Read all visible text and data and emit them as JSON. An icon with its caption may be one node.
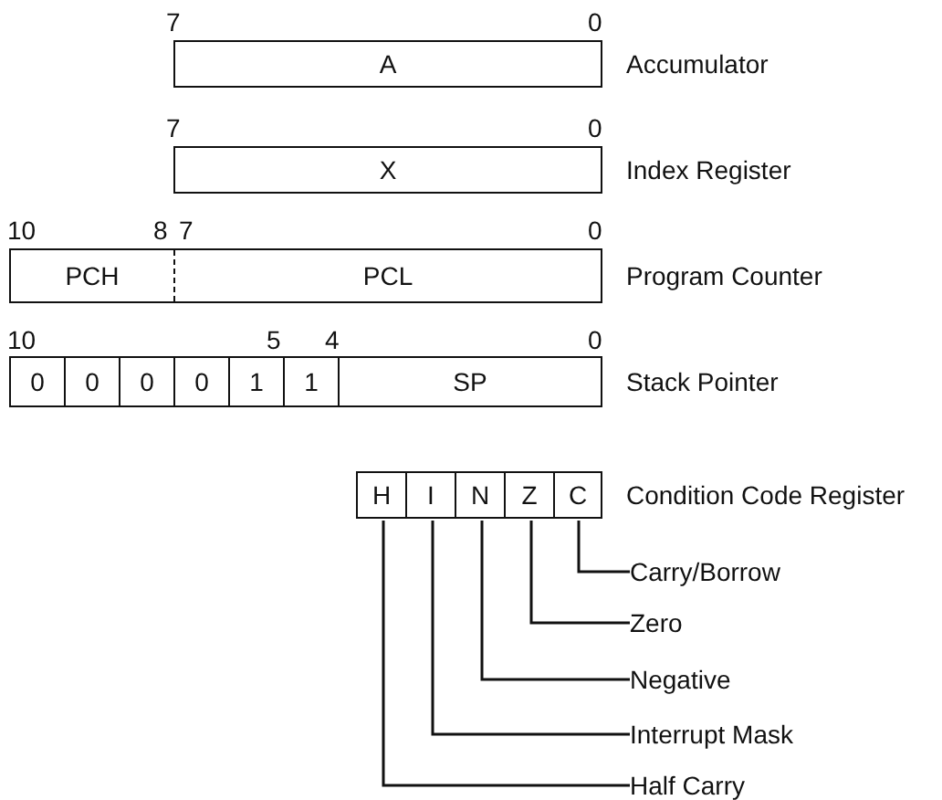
{
  "diagram": {
    "nodes": [
      {
        "text": [
          "A"
        ],
        "beside": [
          "Accumulator"
        ]
      },
      {
        "text": [
          "X"
        ],
        "beside": [
          "Index Register"
        ]
      },
      {
        "text": [],
        "shape": "box",
        "beside": [
          "Program Counter"
        ]
      },
      {
        "text": [
          "PCH"
        ],
        "in": 2
      },
      {
        "text": [
          "PCL"
        ],
        "in": 2
      },
      {
        "text": [],
        "shape": "box",
        "beside": [
          "Stack Pointer"
        ]
      },
      {
        "text": [
          "0"
        ],
        "in": 5
      },
      {
        "text": [
          "0"
        ],
        "in": 5
      },
      {
        "text": [
          "0"
        ],
        "in": 5
      },
      {
        "text": [
          "0"
        ],
        "in": 5
      },
      {
        "text": [
          "1"
        ],
        "in": 5
      },
      {
        "text": [
          "1"
        ],
        "in": 5
      },
      {
        "text": [
          "SP"
        ],
        "in": 5
      },
      {
        "text": [],
        "shape": "box",
        "beside": [
          "Condition Code Register"
        ]
      },
      {
        "text": [
          "H"
        ],
        "in": 13
      },
      {
        "text": [
          "I"
        ],
        "in": 13
      },
      {
        "text": [
          "N"
        ],
        "in": 13
      },
      {
        "text": [
          "Z"
        ],
        "in": 13
      },
      {
        "text": [
          "C"
        ],
        "in": 13
      },
      {
        "text": [
          "Carry/Borrow"
        ]
      },
      {
        "text": [
          "Zero"
        ]
      },
      {
        "text": [
          "Negative"
        ]
      },
      {
        "text": [
          "Interrupt Mask"
        ]
      },
      {
        "text": [
          "Half Carry"
        ]
      }
    ],
    "edges": [
      {
        "from": 19,
        "to": 18,
        "arrow": "none"
      },
      {
        "from": 20,
        "to": 17,
        "arrow": "none"
      },
      {
        "from": 21,
        "to": 16,
        "arrow": "none"
      },
      {
        "from": 22,
        "to": 15,
        "arrow": "none"
      },
      {
        "from": 23,
        "to": 14,
        "arrow": "none"
      }
    ],
    "labels": [
      "7",
      "0",
      "7",
      "0",
      "10",
      "8",
      "7",
      "0",
      "10",
      "5",
      "4",
      "0"
    ]
  }
}
